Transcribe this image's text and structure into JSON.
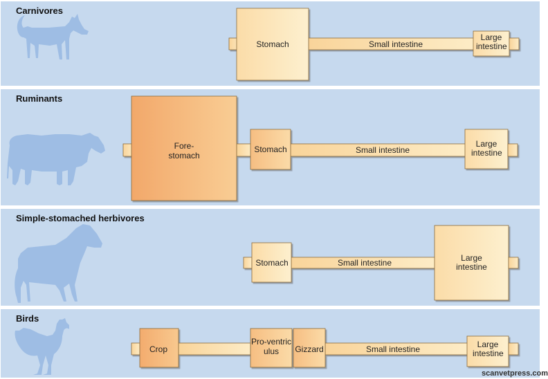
{
  "diagram": {
    "panels": [
      {
        "title": "Carnivores",
        "animal": "dog",
        "organs": [
          "Stomach",
          "Small intestine",
          "Large intestine"
        ]
      },
      {
        "title": "Ruminants",
        "animal": "cow",
        "organs": [
          "Fore-stomach",
          "Stomach",
          "Small intestine",
          "Large intestine"
        ]
      },
      {
        "title": "Simple-stomached herbivores",
        "animal": "horse",
        "organs": [
          "Stomach",
          "Small intestine",
          "Large intestine"
        ]
      },
      {
        "title": "Birds",
        "animal": "chicken",
        "organs": [
          "Crop",
          "Pro-ventriculus",
          "Gizzard",
          "Small intestine",
          "Large intestine"
        ]
      }
    ],
    "watermark": "scanvetpress.com"
  },
  "colors": {
    "panel_bg": "#c6d9ee",
    "animal_silhouette": "#9ebde4",
    "organ_light": "#fde6b5",
    "organ_mid": "#f9d49b",
    "organ_dark": "#f2a96b",
    "organ_border": "#8a6a3a"
  }
}
